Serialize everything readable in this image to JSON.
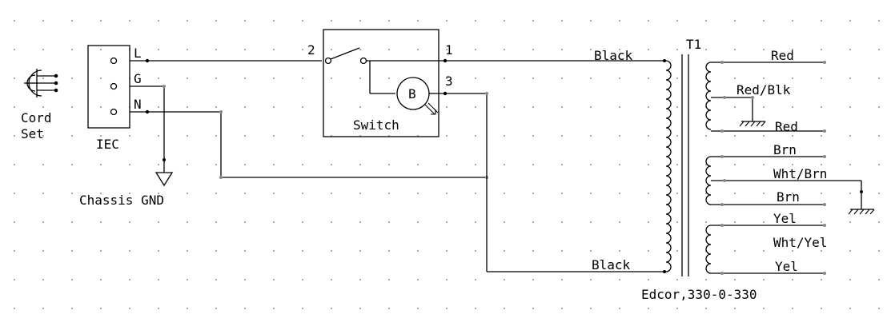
{
  "labels": {
    "cord": "Cord",
    "set": "Set",
    "iec": "IEC",
    "pin_l": "L",
    "pin_g": "G",
    "pin_n": "N",
    "chassis_gnd": "Chassis GND",
    "sw_pin_2": "2",
    "sw_pin_1": "1",
    "sw_pin_3": "3",
    "switch": "Switch",
    "bulb": "B",
    "wire_black_top": "Black",
    "wire_black_bottom": "Black",
    "transformer_ref": "T1",
    "transformer_part": "Edcor,330-0-330",
    "secondary": {
      "red_top": "Red",
      "red_blk": "Red/Blk",
      "red_bottom": "Red",
      "brn_top": "Brn",
      "wht_brn": "Wht/Brn",
      "brn_bottom": "Brn",
      "yel_top": "Yel",
      "wht_yel": "Wht/Yel",
      "yel_bottom": "Yel"
    }
  }
}
